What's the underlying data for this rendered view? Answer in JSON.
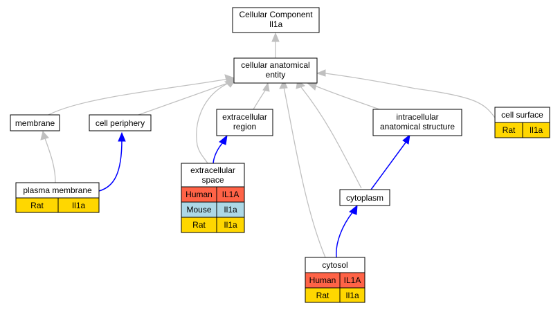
{
  "colors": {
    "human": "#ff6347",
    "mouse": "#add8e6",
    "rat": "#ffd700",
    "is_a_edge": "#c0c0c0",
    "part_of_edge": "#0000ff"
  },
  "nodes": {
    "root": {
      "line1": "Cellular Component",
      "line2": "Il1a"
    },
    "cae": {
      "line1": "cellular anatomical",
      "line2": "entity"
    },
    "membrane": {
      "label": "membrane"
    },
    "cell_periphery": {
      "label": "cell periphery"
    },
    "extracellular_region": {
      "line1": "extracellular",
      "line2": "region"
    },
    "intracellular": {
      "line1": "intracellular",
      "line2": "anatomical structure"
    },
    "cell_surface": {
      "label": "cell surface",
      "rows": [
        {
          "species": "Rat",
          "gene": "Il1a"
        }
      ]
    },
    "plasma_membrane": {
      "label": "plasma membrane",
      "rows": [
        {
          "species": "Rat",
          "gene": "Il1a"
        }
      ]
    },
    "extracellular_space": {
      "line1": "extracellular",
      "line2": "space",
      "rows": [
        {
          "species": "Human",
          "gene": "IL1A"
        },
        {
          "species": "Mouse",
          "gene": "Il1a"
        },
        {
          "species": "Rat",
          "gene": "Il1a"
        }
      ]
    },
    "cytoplasm": {
      "label": "cytoplasm"
    },
    "cytosol": {
      "label": "cytosol",
      "rows": [
        {
          "species": "Human",
          "gene": "IL1A"
        },
        {
          "species": "Rat",
          "gene": "Il1a"
        }
      ]
    }
  }
}
